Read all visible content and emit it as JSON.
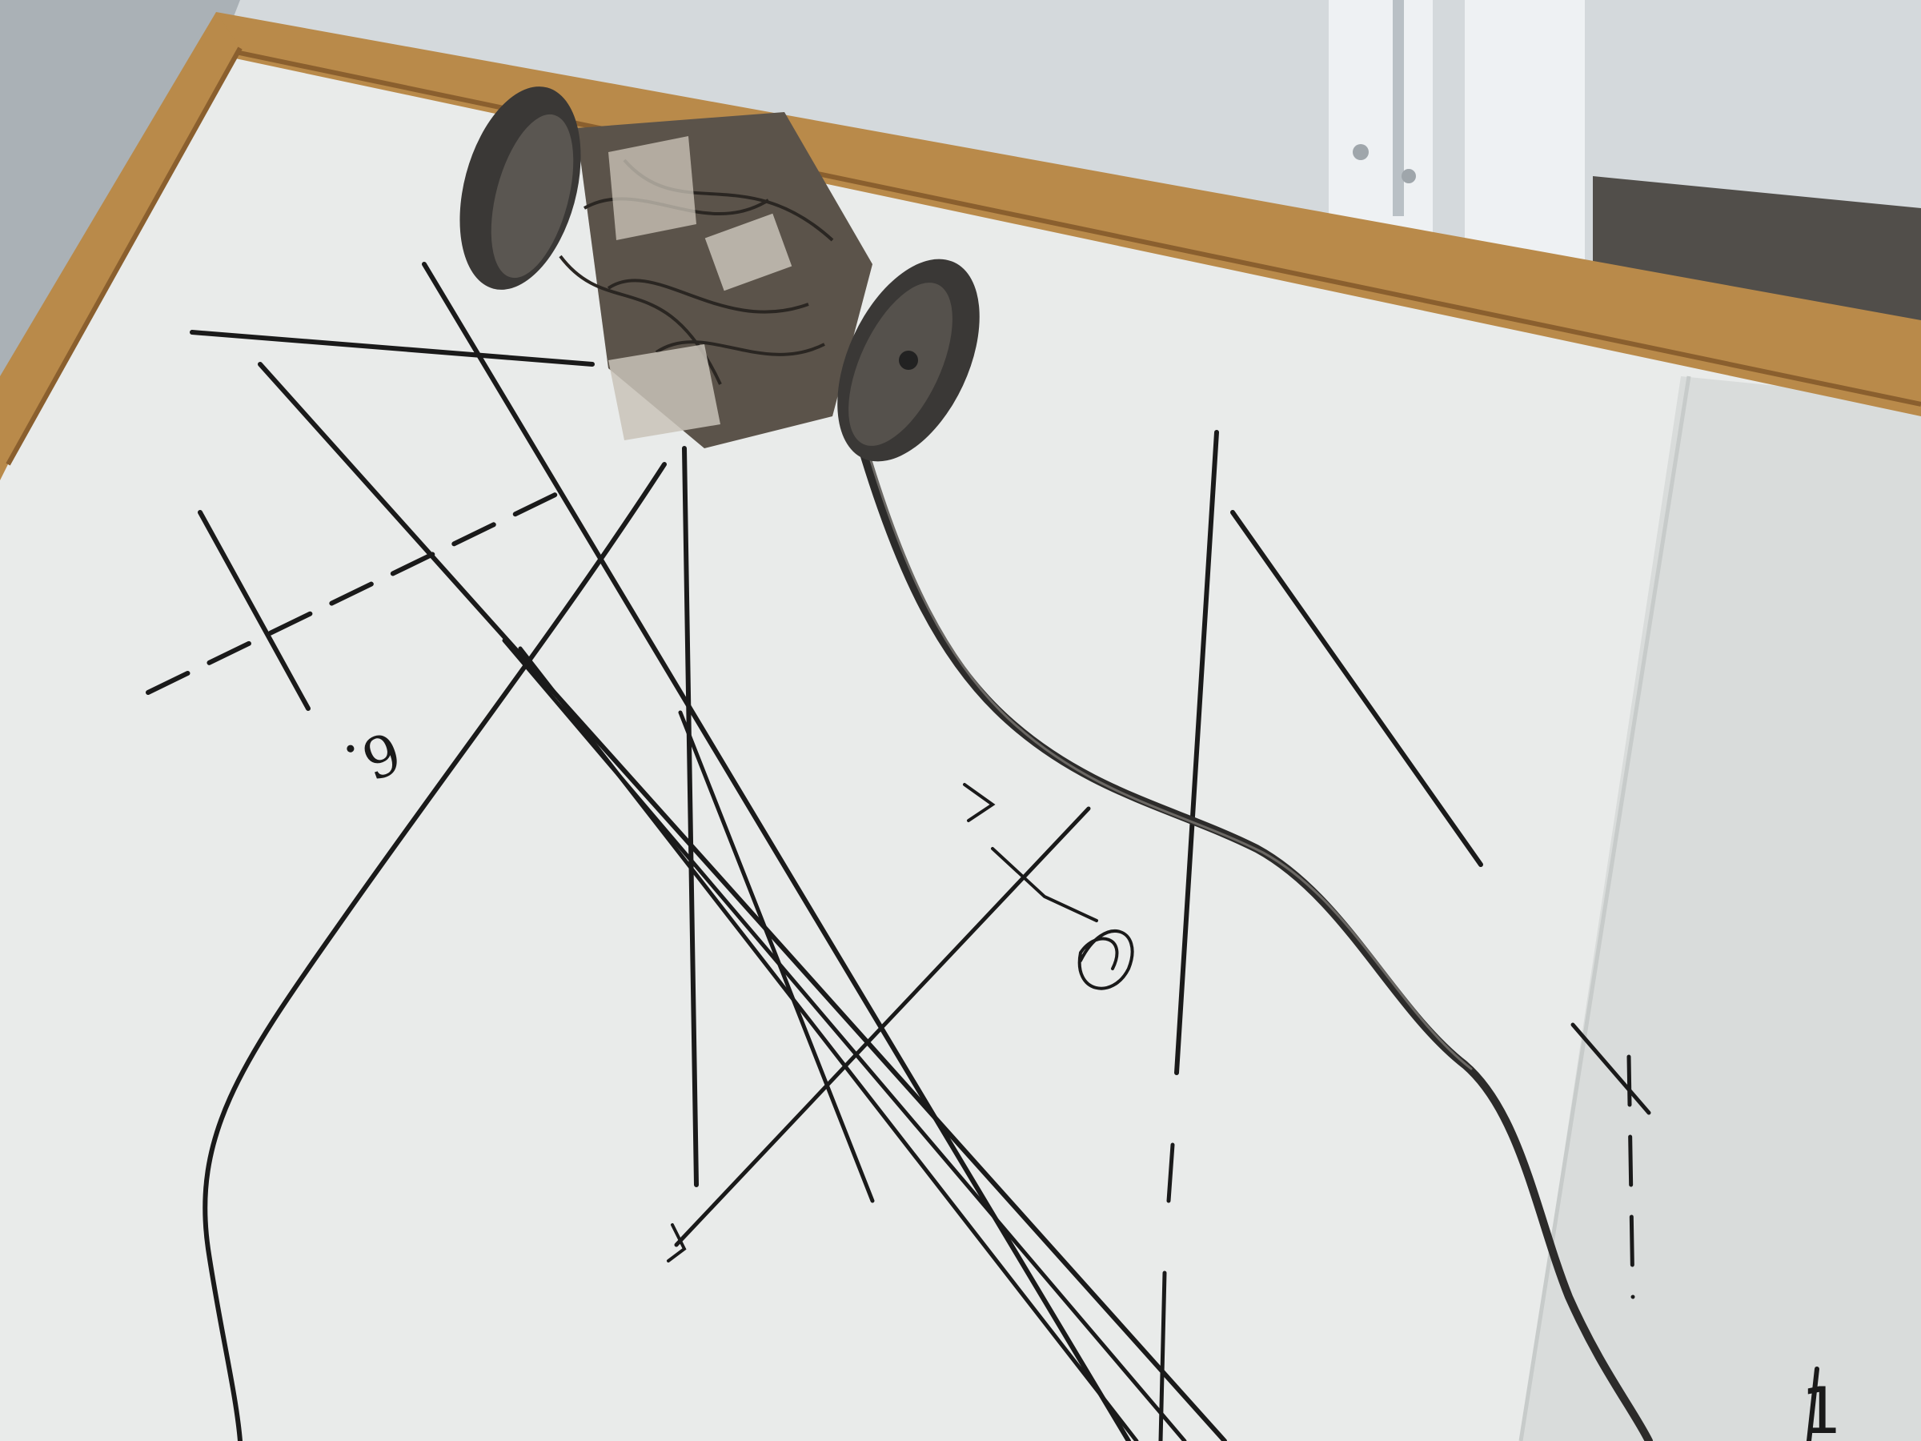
{
  "scene": {
    "subject": "drawing-robot",
    "colors": {
      "wall": "#d4d9dc",
      "wall_shadow": "#aab1b6",
      "paper": "#e9ebea",
      "paper_shade": "#d9dcdb",
      "wood_frame": "#b98a4a",
      "wood_dark": "#8a5f2e",
      "ink": "#1a1a1a",
      "robot_wheel": "#3a3836",
      "robot_body": "#5b534a",
      "cable": "#2c2b2a",
      "pipe": "#eef1f3"
    }
  },
  "annotations": {
    "mark_a": "6.",
    "mark_b": "1"
  }
}
